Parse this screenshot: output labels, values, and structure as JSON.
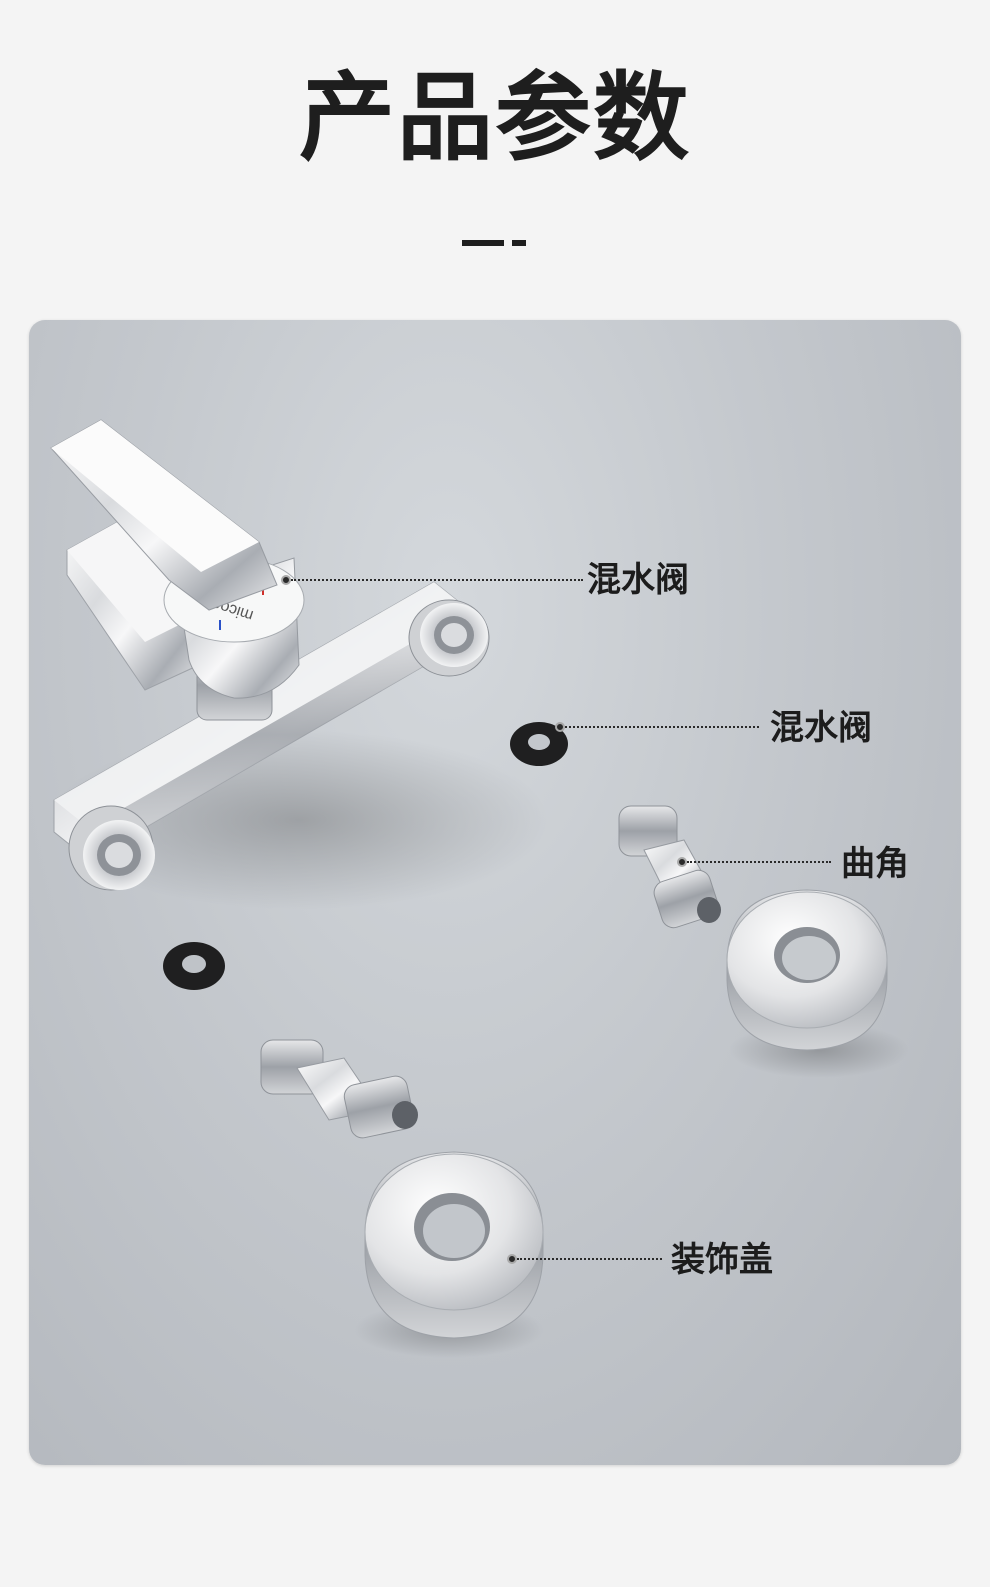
{
  "header": {
    "title": "产品参数"
  },
  "product": {
    "brand_mark": "micoe"
  },
  "callouts": [
    {
      "label": "混水阀"
    },
    {
      "label": "混水阀"
    },
    {
      "label": "曲角"
    },
    {
      "label": "装饰盖"
    }
  ],
  "colors": {
    "page_background": "#f4f4f4",
    "panel_background": "#c4c8cd",
    "text": "#1e1e1e",
    "hot_marker": "#d0302a",
    "cold_marker": "#2a52c8"
  }
}
